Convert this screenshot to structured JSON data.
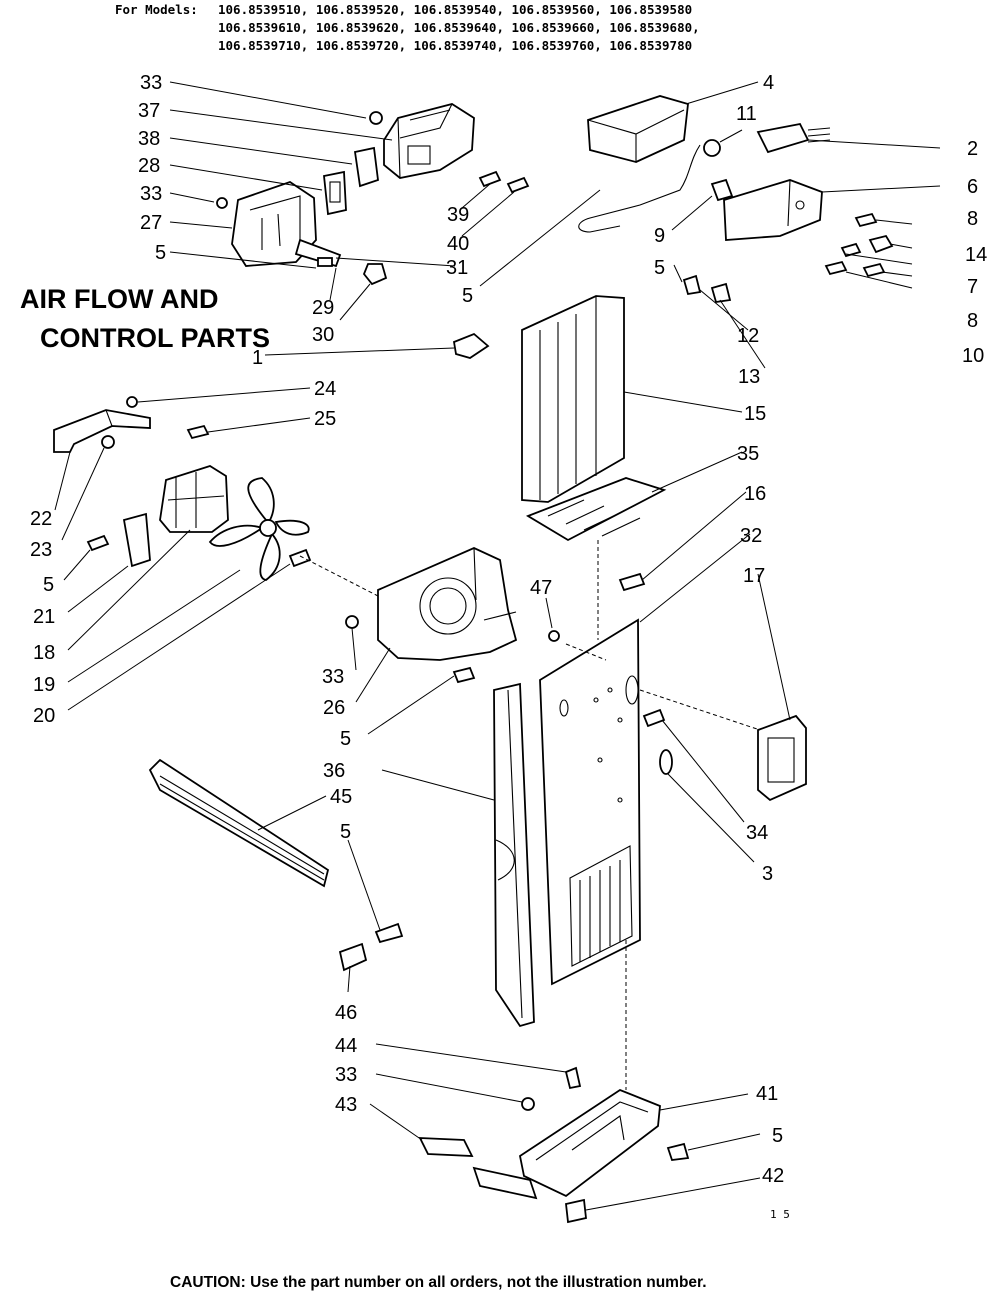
{
  "header": {
    "prefix": "For Models:",
    "line1": "106.8539510, 106.8539520, 106.8539540, 106.8539560, 106.8539580",
    "line2": "106.8539610, 106.8539620, 106.8539640, 106.8539660, 106.8539680,",
    "line3": "106.8539710, 106.8539720, 106.8539740, 106.8539760, 106.8539780"
  },
  "title": {
    "line1": "AIR FLOW AND",
    "line2": "CONTROL PARTS"
  },
  "callouts": [
    "33",
    "37",
    "38",
    "28",
    "33",
    "27",
    "5",
    "4",
    "11",
    "39",
    "40",
    "5",
    "9",
    "5",
    "31",
    "29",
    "30",
    "1",
    "12",
    "13",
    "24",
    "25",
    "22",
    "23",
    "5",
    "21",
    "18",
    "19",
    "20",
    "15",
    "35",
    "16",
    "32",
    "17",
    "47",
    "33",
    "26",
    "5",
    "36",
    "45",
    "5",
    "46",
    "34",
    "3",
    "44",
    "33",
    "43",
    "41",
    "5",
    "42",
    "2",
    "6",
    "8",
    "14",
    "7",
    "8",
    "10"
  ],
  "drawing_ref": "1 5",
  "caution": "CAUTION: Use the part number on all orders, not the illustration number."
}
